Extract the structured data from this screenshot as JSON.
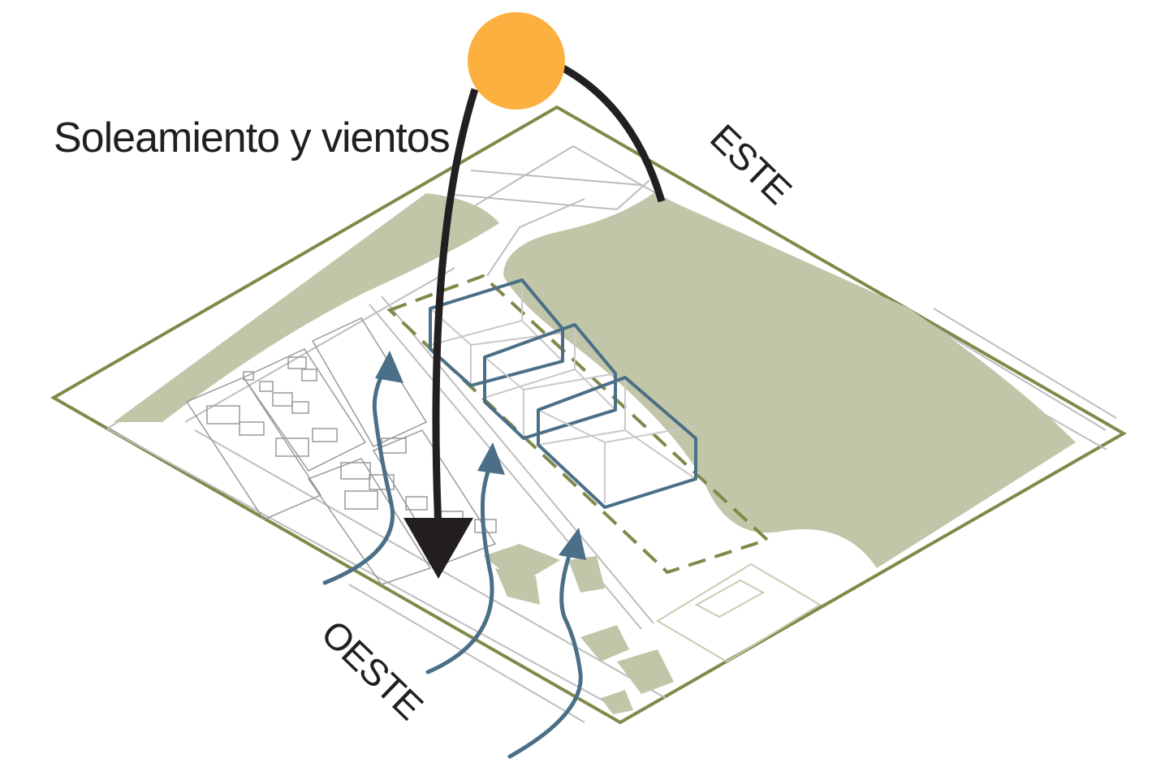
{
  "title": "Soleamiento y vientos",
  "directions": {
    "east": "ESTE",
    "west": "OESTE"
  },
  "colors": {
    "site_border": "#7f8a4a",
    "vegetation": "#c2c6a8",
    "sun": "#fbb040",
    "sun_path": "#231f20",
    "volumes": "#4a6f86",
    "wind": "#4a6f86",
    "text": "#231f20"
  },
  "icons": {
    "sun": "sun-icon",
    "sun_path_arrow": "sun-path-arrow-icon",
    "wind_arrow": "wind-arrow-icon"
  }
}
